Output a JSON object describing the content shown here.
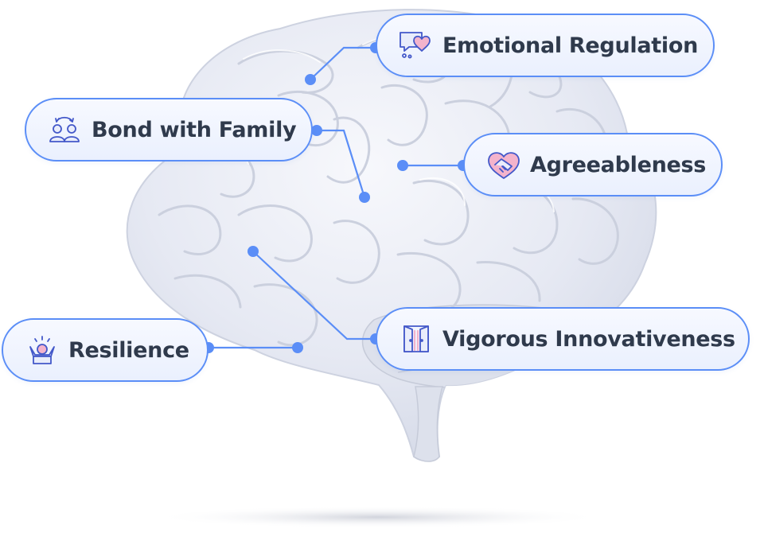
{
  "diagram": {
    "traits": [
      {
        "id": "emotional-regulation",
        "label": "Emotional Regulation",
        "icon": "heart-chat-icon"
      },
      {
        "id": "bond-with-family",
        "label": "Bond with Family",
        "icon": "family-arrows-icon"
      },
      {
        "id": "agreeableness",
        "label": "Agreeableness",
        "icon": "handshake-heart-icon"
      },
      {
        "id": "vigorous-innovativeness",
        "label": "Vigorous Innovativeness",
        "icon": "open-door-icon"
      },
      {
        "id": "resilience",
        "label": "Resilience",
        "icon": "person-rays-icon"
      }
    ],
    "colors": {
      "accent": "#5b8ef7",
      "text": "#2f3a4c",
      "pill_fill": "#eef3fe",
      "icon_stroke": "#4358c9",
      "icon_pink": "#f3b3cc",
      "brain": "#e7eaf4"
    }
  }
}
